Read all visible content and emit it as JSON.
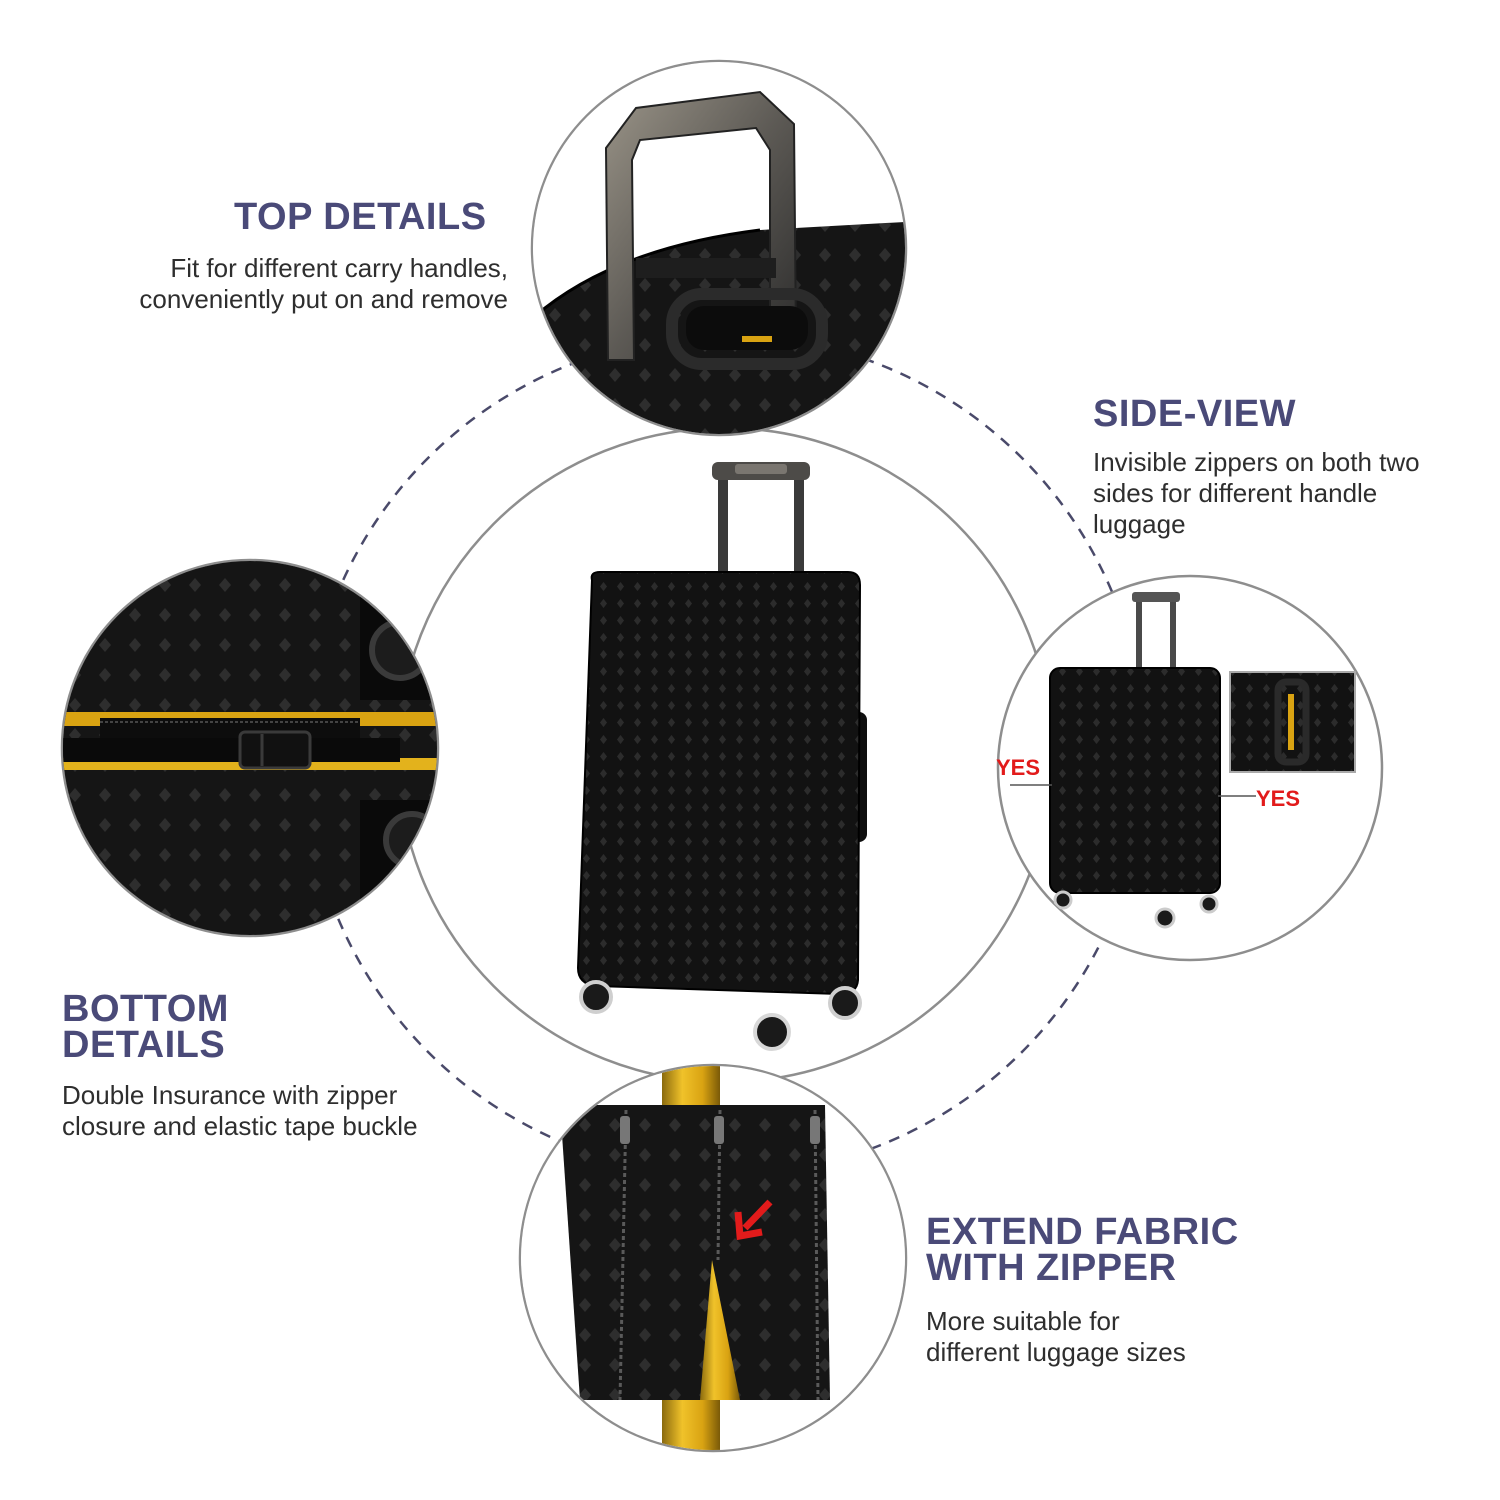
{
  "sections": {
    "top": {
      "title": "TOP DETAILS",
      "desc_lines": [
        "Fit for different carry handles,",
        "conveniently put on and remove"
      ]
    },
    "side": {
      "title": "SIDE-VIEW",
      "desc_lines": [
        "Invisible zippers on both two",
        "sides for different handle",
        "luggage"
      ],
      "left_marker": "YES",
      "right_marker": "YES"
    },
    "bottom": {
      "title_lines": [
        "BOTTOM",
        "DETAILS"
      ],
      "desc_lines": [
        "Double Insurance with zipper",
        "closure and elastic tape buckle"
      ]
    },
    "extend": {
      "title_lines": [
        "EXTEND FABRIC",
        "WITH ZIPPER"
      ],
      "desc_lines": [
        "More suitable for",
        "different luggage sizes"
      ]
    }
  },
  "colors": {
    "heading": "#4a4a78",
    "body_text": "#2e2e2e",
    "marker_red": "#e21b1b",
    "luggage_black": "#151515",
    "frame_yellow": "#e3b21c",
    "dashed_line": "#4a4a6a",
    "circle_border": "#8e8e8e"
  },
  "icons": [
    "luggage-icon",
    "handle-icon",
    "buckle-icon",
    "zipper-icon",
    "arrow-icon"
  ]
}
